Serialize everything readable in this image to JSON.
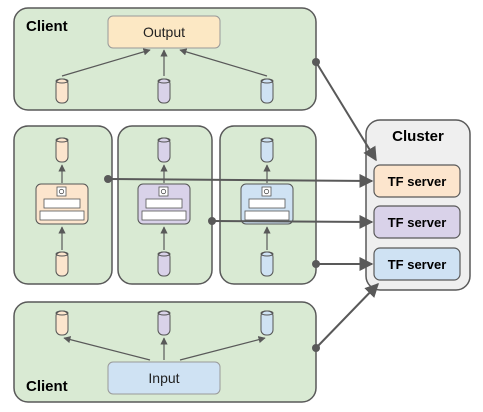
{
  "client_top": {
    "title": "Client",
    "output_label": "Output"
  },
  "client_bottom": {
    "title": "Client",
    "input_label": "Input"
  },
  "cluster": {
    "title": "Cluster",
    "servers": [
      {
        "label": "TF server",
        "color": "#fce5cd"
      },
      {
        "label": "TF server",
        "color": "#d9d2e9"
      },
      {
        "label": "TF server",
        "color": "#cfe2f3"
      }
    ]
  },
  "colors": {
    "client_fill": "#d9ead3",
    "cluster_fill": "#efefef",
    "border": "#595959",
    "orange": "#fce5cd",
    "purple": "#d9d2e9",
    "blue": "#cfe2f3"
  }
}
